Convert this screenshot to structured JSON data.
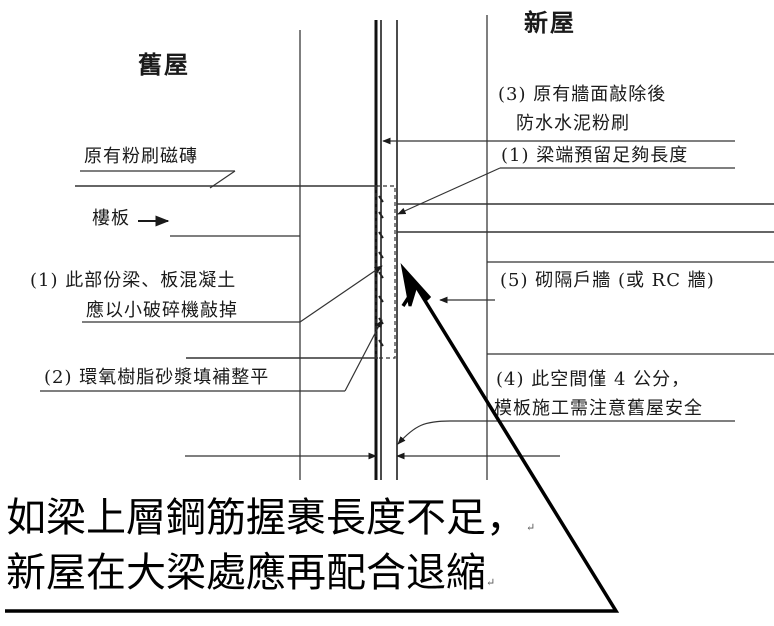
{
  "headers": {
    "old_house": "舊屋",
    "new_house": "新屋"
  },
  "labels": {
    "tiles": "原有粉刷磁磚",
    "floor_slab": "樓板",
    "step3_line1": "(3) 原有牆面敲除後",
    "step3_line2": "防水水泥粉刷",
    "step1_top": "(1) 梁端預留足夠長度",
    "step1_left_line1": "(1) 此部份梁、板混凝土",
    "step1_left_line2": "應以小破碎機敲掉",
    "step5": "(5) 砌隔戶牆 (或 RC 牆)",
    "step2": "(2) 環氧樹脂砂漿填補整平",
    "step4_line1": "(4) 此空間僅 4 公分，",
    "step4_line2": "模板施工需注意舊屋安全"
  },
  "caption": {
    "line1": "如梁上層鋼筋握裹長度不足，",
    "line2": "新屋在大梁處應再配合退縮",
    "mark1": "↵",
    "mark2": "↵"
  }
}
